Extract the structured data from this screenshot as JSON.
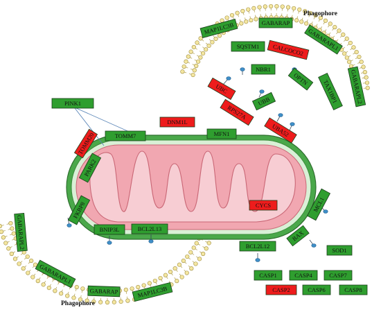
{
  "colors": {
    "protein_green": "#2f9e2f",
    "protein_red": "#ee1c1c",
    "ubiquitin_blue": "#3f8fc8",
    "membrane_outer": "#4aa84a",
    "matrix_pink": "#f6c6cc",
    "crista_pink": "#f1a7b1",
    "phagophore_bead": "#f4e6a0"
  },
  "phagophore_top": {
    "caption": "Phagophore",
    "proteins": [
      {
        "label": "MAP1LC3B",
        "color": "green"
      },
      {
        "label": "GABARAP",
        "color": "green"
      },
      {
        "label": "GABARAPL1",
        "color": "green"
      },
      {
        "label": "GABARAPL2",
        "color": "green"
      }
    ]
  },
  "phagophore_bottom": {
    "caption": "Phagophore",
    "proteins": [
      {
        "label": "GABARAPL2",
        "color": "green"
      },
      {
        "label": "GABARAPL1",
        "color": "green"
      },
      {
        "label": "GABARAP",
        "color": "green"
      },
      {
        "label": "MAP1LC3B",
        "color": "green"
      }
    ]
  },
  "receptors": [
    {
      "label": "SQSTM1",
      "color": "green"
    },
    {
      "label": "CALCOCO2",
      "color": "red"
    },
    {
      "label": "NBR1",
      "color": "green"
    },
    {
      "label": "OPTN",
      "color": "green"
    },
    {
      "label": "TAX1BP1",
      "color": "green"
    }
  ],
  "ubiquitin_related": [
    {
      "label": "UBC",
      "color": "red"
    },
    {
      "label": "UBB",
      "color": "green"
    },
    {
      "label": "RPS27A",
      "color": "red"
    },
    {
      "label": "UBA52",
      "color": "red"
    }
  ],
  "mitochondrial_proteins": [
    {
      "label": "PINK1",
      "color": "green"
    },
    {
      "label": "TOMM20",
      "color": "red"
    },
    {
      "label": "TOMM7",
      "color": "green"
    },
    {
      "label": "PARK2",
      "color": "green"
    },
    {
      "label": "DNM1L",
      "color": "red"
    },
    {
      "label": "MFN1",
      "color": "green"
    },
    {
      "label": "FKBP8",
      "color": "green"
    },
    {
      "label": "BNIP3L",
      "color": "green"
    },
    {
      "label": "BCL2L13",
      "color": "green"
    },
    {
      "label": "CYCS",
      "color": "red"
    },
    {
      "label": "MCL1",
      "color": "green"
    },
    {
      "label": "BAX",
      "color": "green"
    },
    {
      "label": "BCL2L12",
      "color": "green"
    }
  ],
  "apoptosis_proteins": [
    {
      "label": "SOD1",
      "color": "green"
    },
    {
      "label": "CASP1",
      "color": "green"
    },
    {
      "label": "CASP4",
      "color": "green"
    },
    {
      "label": "CASP7",
      "color": "green"
    },
    {
      "label": "CASP2",
      "color": "red"
    },
    {
      "label": "CASP6",
      "color": "green"
    },
    {
      "label": "CASP8",
      "color": "green"
    }
  ]
}
